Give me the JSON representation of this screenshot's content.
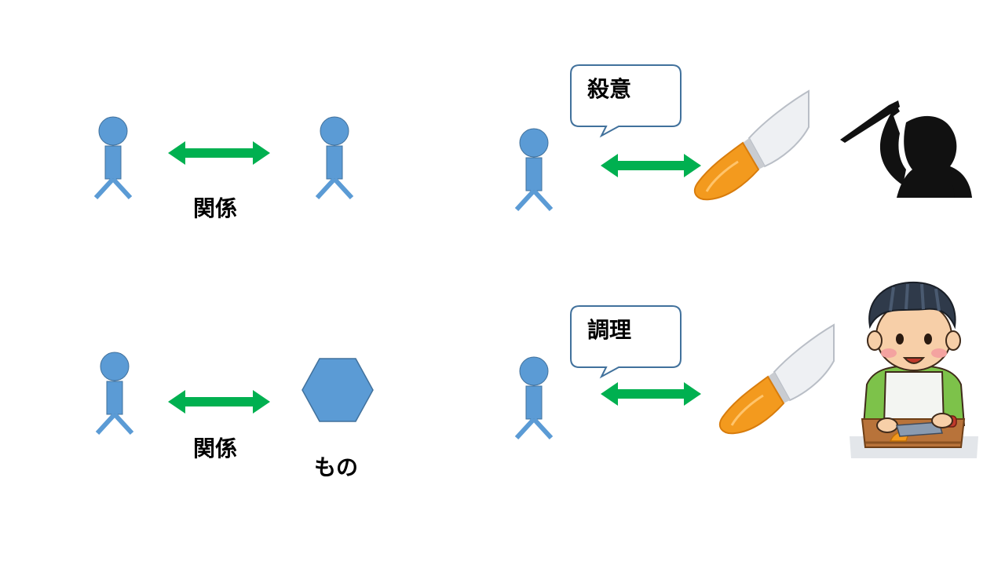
{
  "colors": {
    "figure": "#5b9bd5",
    "figure_stroke": "#41719c",
    "arrow": "#00b050",
    "bubble_stroke": "#41719c",
    "knife_handle": "#f39a1e",
    "knife_blade": "#eef0f3",
    "silhouette": "#111111"
  },
  "labels": {
    "relation_top": "関係",
    "relation_bottom": "関係",
    "object": "もの",
    "murder_intent": "殺意",
    "cooking": "調理"
  },
  "icons": {
    "person": "stick-person-icon",
    "object": "hexagon-icon",
    "arrow": "double-headed-arrow-icon",
    "knife": "kitchen-knife-icon",
    "attacker": "knife-attacker-silhouette-icon",
    "cook": "cooking-man-icon"
  }
}
